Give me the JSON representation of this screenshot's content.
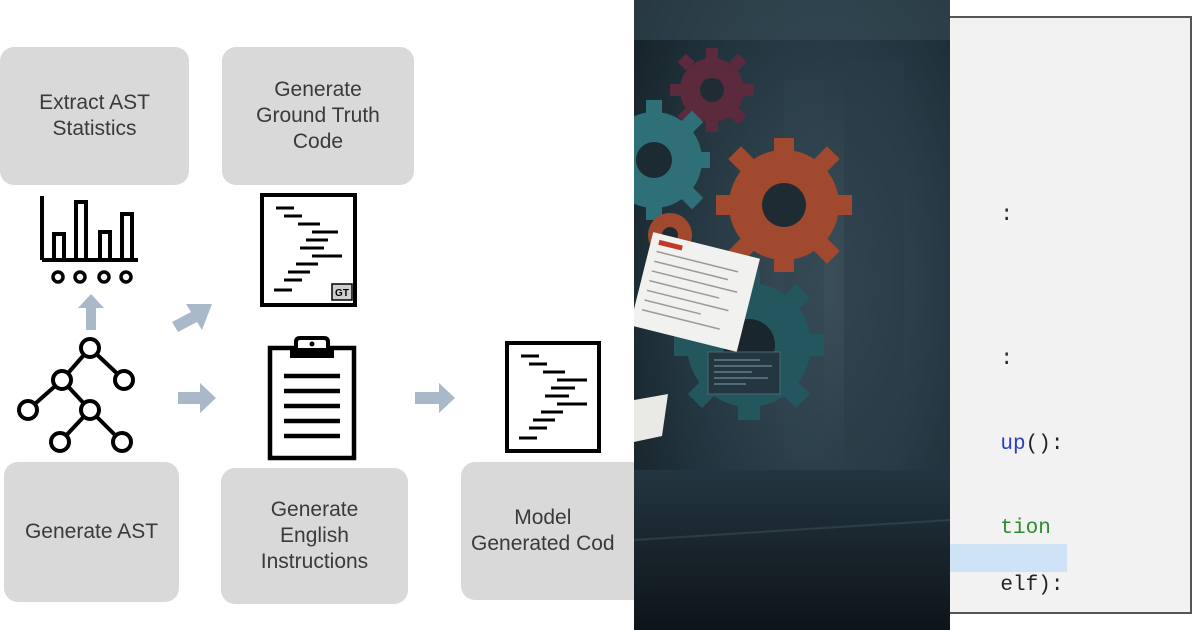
{
  "diagram": {
    "boxes": {
      "extract_ast": "Extract AST\nStatistics",
      "ground_truth": "Generate\nGround Truth\nCode",
      "generate_ast": "Generate AST",
      "english_instructions": "Generate\nEnglish\nInstructions",
      "model_generated": "Model\nGenerated Cod"
    },
    "badge_gt": "GT",
    "colors": {
      "box": "#d9d9d9",
      "arrow": "#a9b9c9",
      "ink": "#000000"
    }
  },
  "photo": {
    "gear_colors": [
      "#2f6f78",
      "#a1492e",
      "#5b2a3d",
      "#24565d"
    ],
    "background": "#1d2d36"
  },
  "code": {
    "lines": [
      {
        "text": ":"
      },
      {
        "text": ":"
      },
      {
        "fn": "up",
        "rest": "():"
      },
      {
        "comment": "tion"
      },
      {
        "text": "elf):",
        "highlight": true
      }
    ]
  }
}
